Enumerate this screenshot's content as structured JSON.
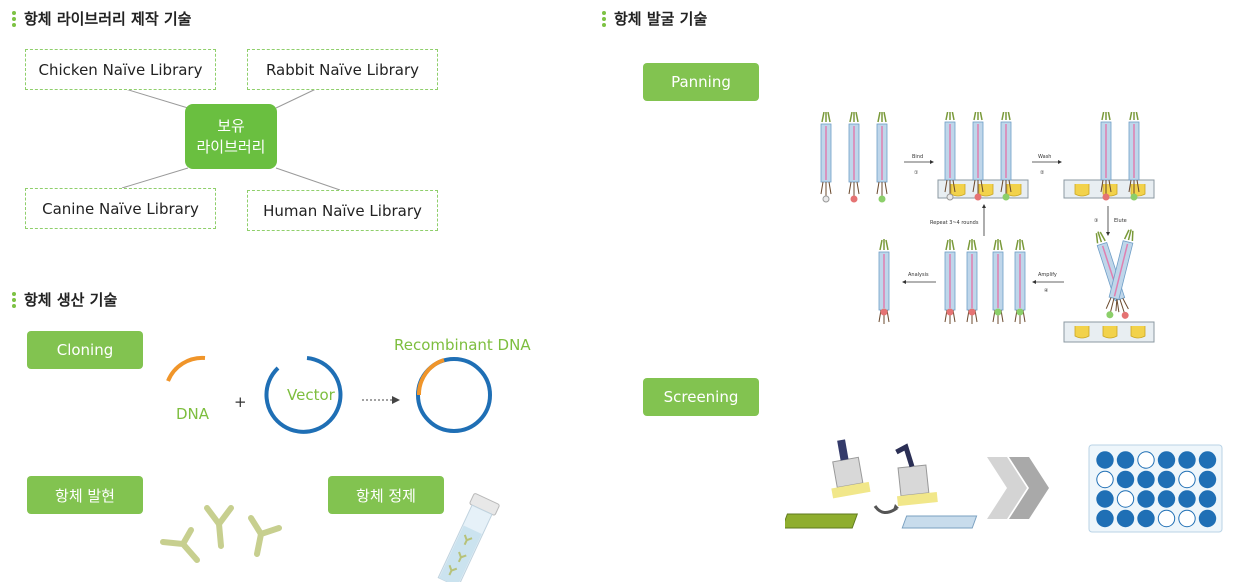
{
  "sections": {
    "library": {
      "title": "항체 라이브러리 제작 기술",
      "center": {
        "line1": "보유",
        "line2": "라이브러리"
      },
      "libraries": [
        "Chicken Naïve Library",
        "Rabbit Naïve Library",
        "Canine Naïve Library",
        "Human Naïve Library"
      ]
    },
    "production": {
      "title": "항체 생산 기술",
      "cloning": "Cloning",
      "dna": "DNA",
      "plus": "+",
      "vector": "Vector",
      "recombinant": "Recombinant DNA",
      "expression": "항체 발현",
      "purification": "항체 정제"
    },
    "discovery": {
      "title": "항체 발굴 기술",
      "panning": "Panning",
      "screening": "Screening",
      "panning_labels": {
        "bind": "Bind",
        "wash": "Wash",
        "elute": "Elute",
        "amplify": "Amplify",
        "analysis": "Analysis",
        "repeat": "Repeat 3~4 rounds",
        "step1": "①",
        "step2": "②",
        "step3": "③",
        "step4": "④"
      }
    }
  },
  "colors": {
    "accent": "#82c350",
    "dna_orange": "#f0952a",
    "vector_blue": "#1f6fb5",
    "dashed_border": "#8fcf6b"
  },
  "screening_plate": {
    "rows": [
      [
        1,
        1,
        0,
        1,
        1,
        1
      ],
      [
        0,
        1,
        1,
        1,
        0,
        1
      ],
      [
        1,
        0,
        1,
        1,
        1,
        1
      ],
      [
        1,
        1,
        1,
        0,
        0,
        1
      ]
    ]
  }
}
